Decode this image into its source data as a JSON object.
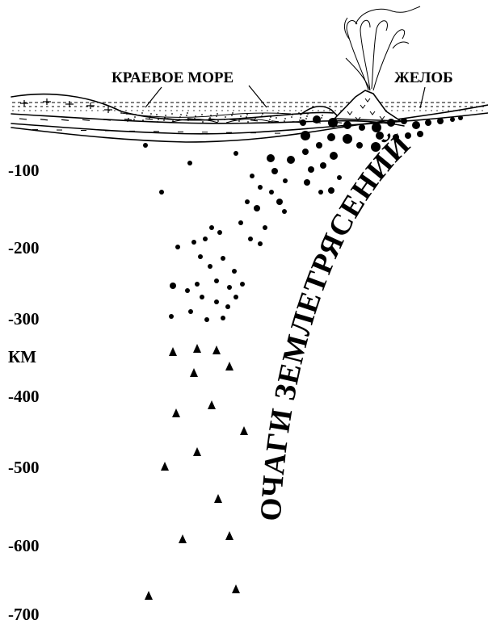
{
  "labels": {
    "marginal_sea": "КРАЕВОЕ МОРЕ",
    "trench": "ЖЕЛОБ",
    "earthquake_foci": "ОЧАГИ ЗЕМЛЕТРЯСЕНИЙ",
    "depth_unit": "КМ"
  },
  "depth_axis": {
    "ticks": [
      "-100",
      "-200",
      "-300",
      "-400",
      "-500",
      "-600",
      "-700"
    ]
  },
  "colors": {
    "ink": "#000000",
    "background": "#ffffff"
  }
}
